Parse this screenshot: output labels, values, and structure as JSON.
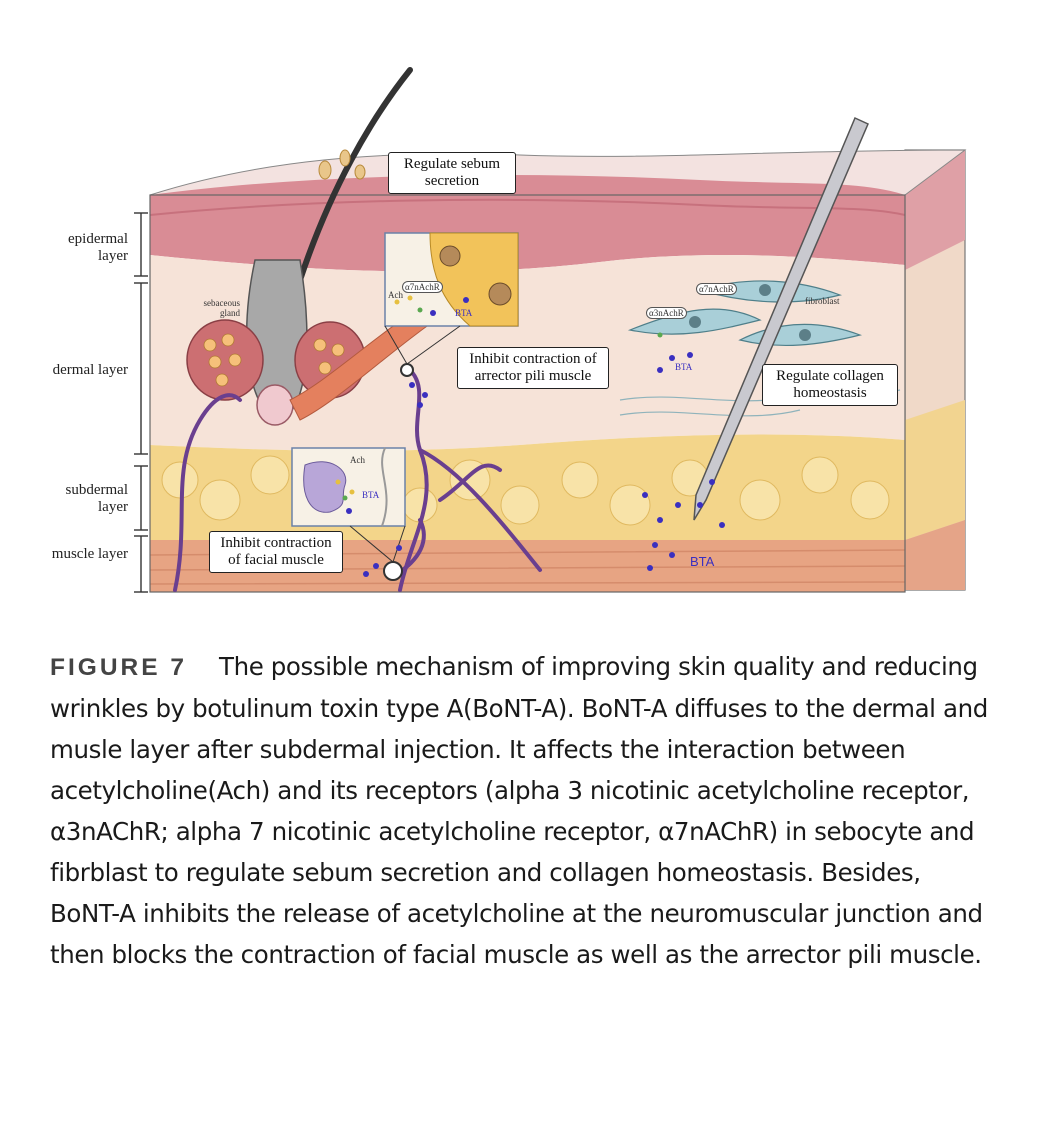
{
  "figure": {
    "layers": {
      "epidermal": "epidermal layer",
      "dermal": "dermal layer",
      "subdermal": "subdermal layer",
      "muscle": "muscle layer"
    },
    "callouts": {
      "sebum": "Regulate sebum secretion",
      "arrector": "Inhibit contraction of arrector pili muscle",
      "collagen": "Regulate collagen homeostasis",
      "facial": "Inhibit contraction of facial muscle"
    },
    "labels": {
      "sebaceous_gland": "sebaceous gland",
      "fibroblast": "fibroblast",
      "a7nachr_top": "α7nAchR",
      "ach_top": "Ach",
      "bta_top": "BTA",
      "a7nachr_fib": "α7nAchR",
      "a3nachr_fib": "α3nAchR",
      "bta_fib": "BTA",
      "ach_inset": "Ach",
      "bta_inset": "BTA",
      "bta_needle": "BTA"
    },
    "colors": {
      "epidermis": "#d98c95",
      "dermis": "#f6e3d8",
      "subdermis": "#f3d58a",
      "muscle": "#e7a483",
      "nerve": "#6a3f8f",
      "bta_dot": "#3a2fc0"
    }
  },
  "caption": {
    "label": "FIGURE 7",
    "text": "The possible mechanism of improving skin quality and reducing wrinkles by botulinum toxin type A(BoNT-A). BoNT-A diffuses to the dermal and musle layer after subdermal injection. It affects the interaction between acetylcholine(Ach) and its receptors (alpha 3 nicotinic acetylcholine receptor, α3nAChR; alpha 7 nicotinic acetylcholine receptor, α7nAChR) in sebocyte and fibrblast to regulate sebum secretion and collagen homeostasis. Besides, BoNT-A inhibits the release of acetylcholine at the neuromuscular junction and then blocks the contraction of facial muscle as well as the arrector pili muscle."
  }
}
